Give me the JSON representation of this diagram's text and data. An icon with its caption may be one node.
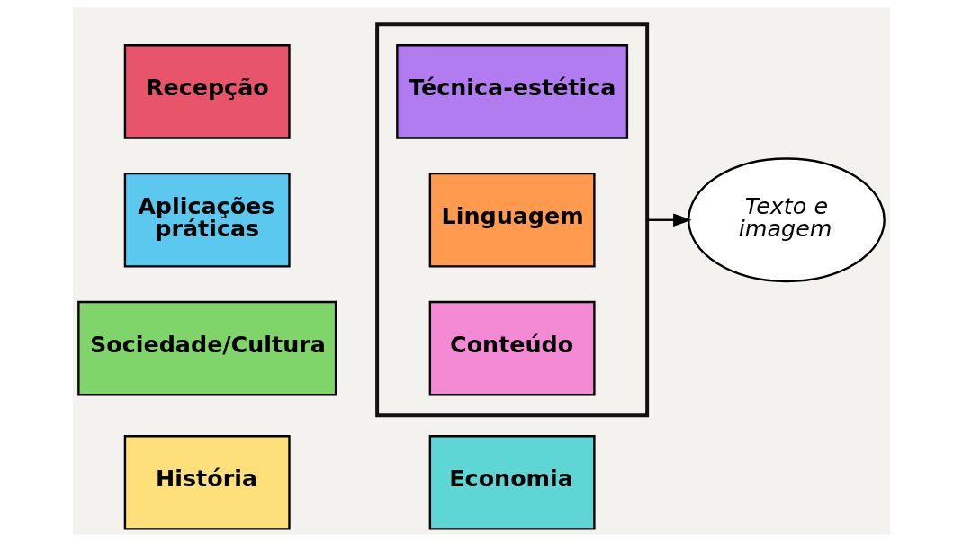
{
  "diagram": {
    "nodes": [
      {
        "text": [
          "Recepção"
        ]
      },
      {
        "text": [],
        "shape": "box"
      },
      {
        "text": [
          "Técnica-estética"
        ],
        "in": 1
      },
      {
        "text": [
          "Aplicações práticas"
        ]
      },
      {
        "text": [
          "Linguagem"
        ],
        "in": 1
      },
      {
        "text": [
          "Sociedade/Cultura"
        ]
      },
      {
        "text": [
          "Conteúdo"
        ],
        "in": 1
      },
      {
        "text": [
          "História"
        ]
      },
      {
        "text": [
          "Economia"
        ]
      },
      {
        "text": [
          "Texto e imagem"
        ]
      }
    ],
    "edges": [
      {
        "from": 1,
        "to": 9,
        "arrow": "to"
      }
    ]
  }
}
